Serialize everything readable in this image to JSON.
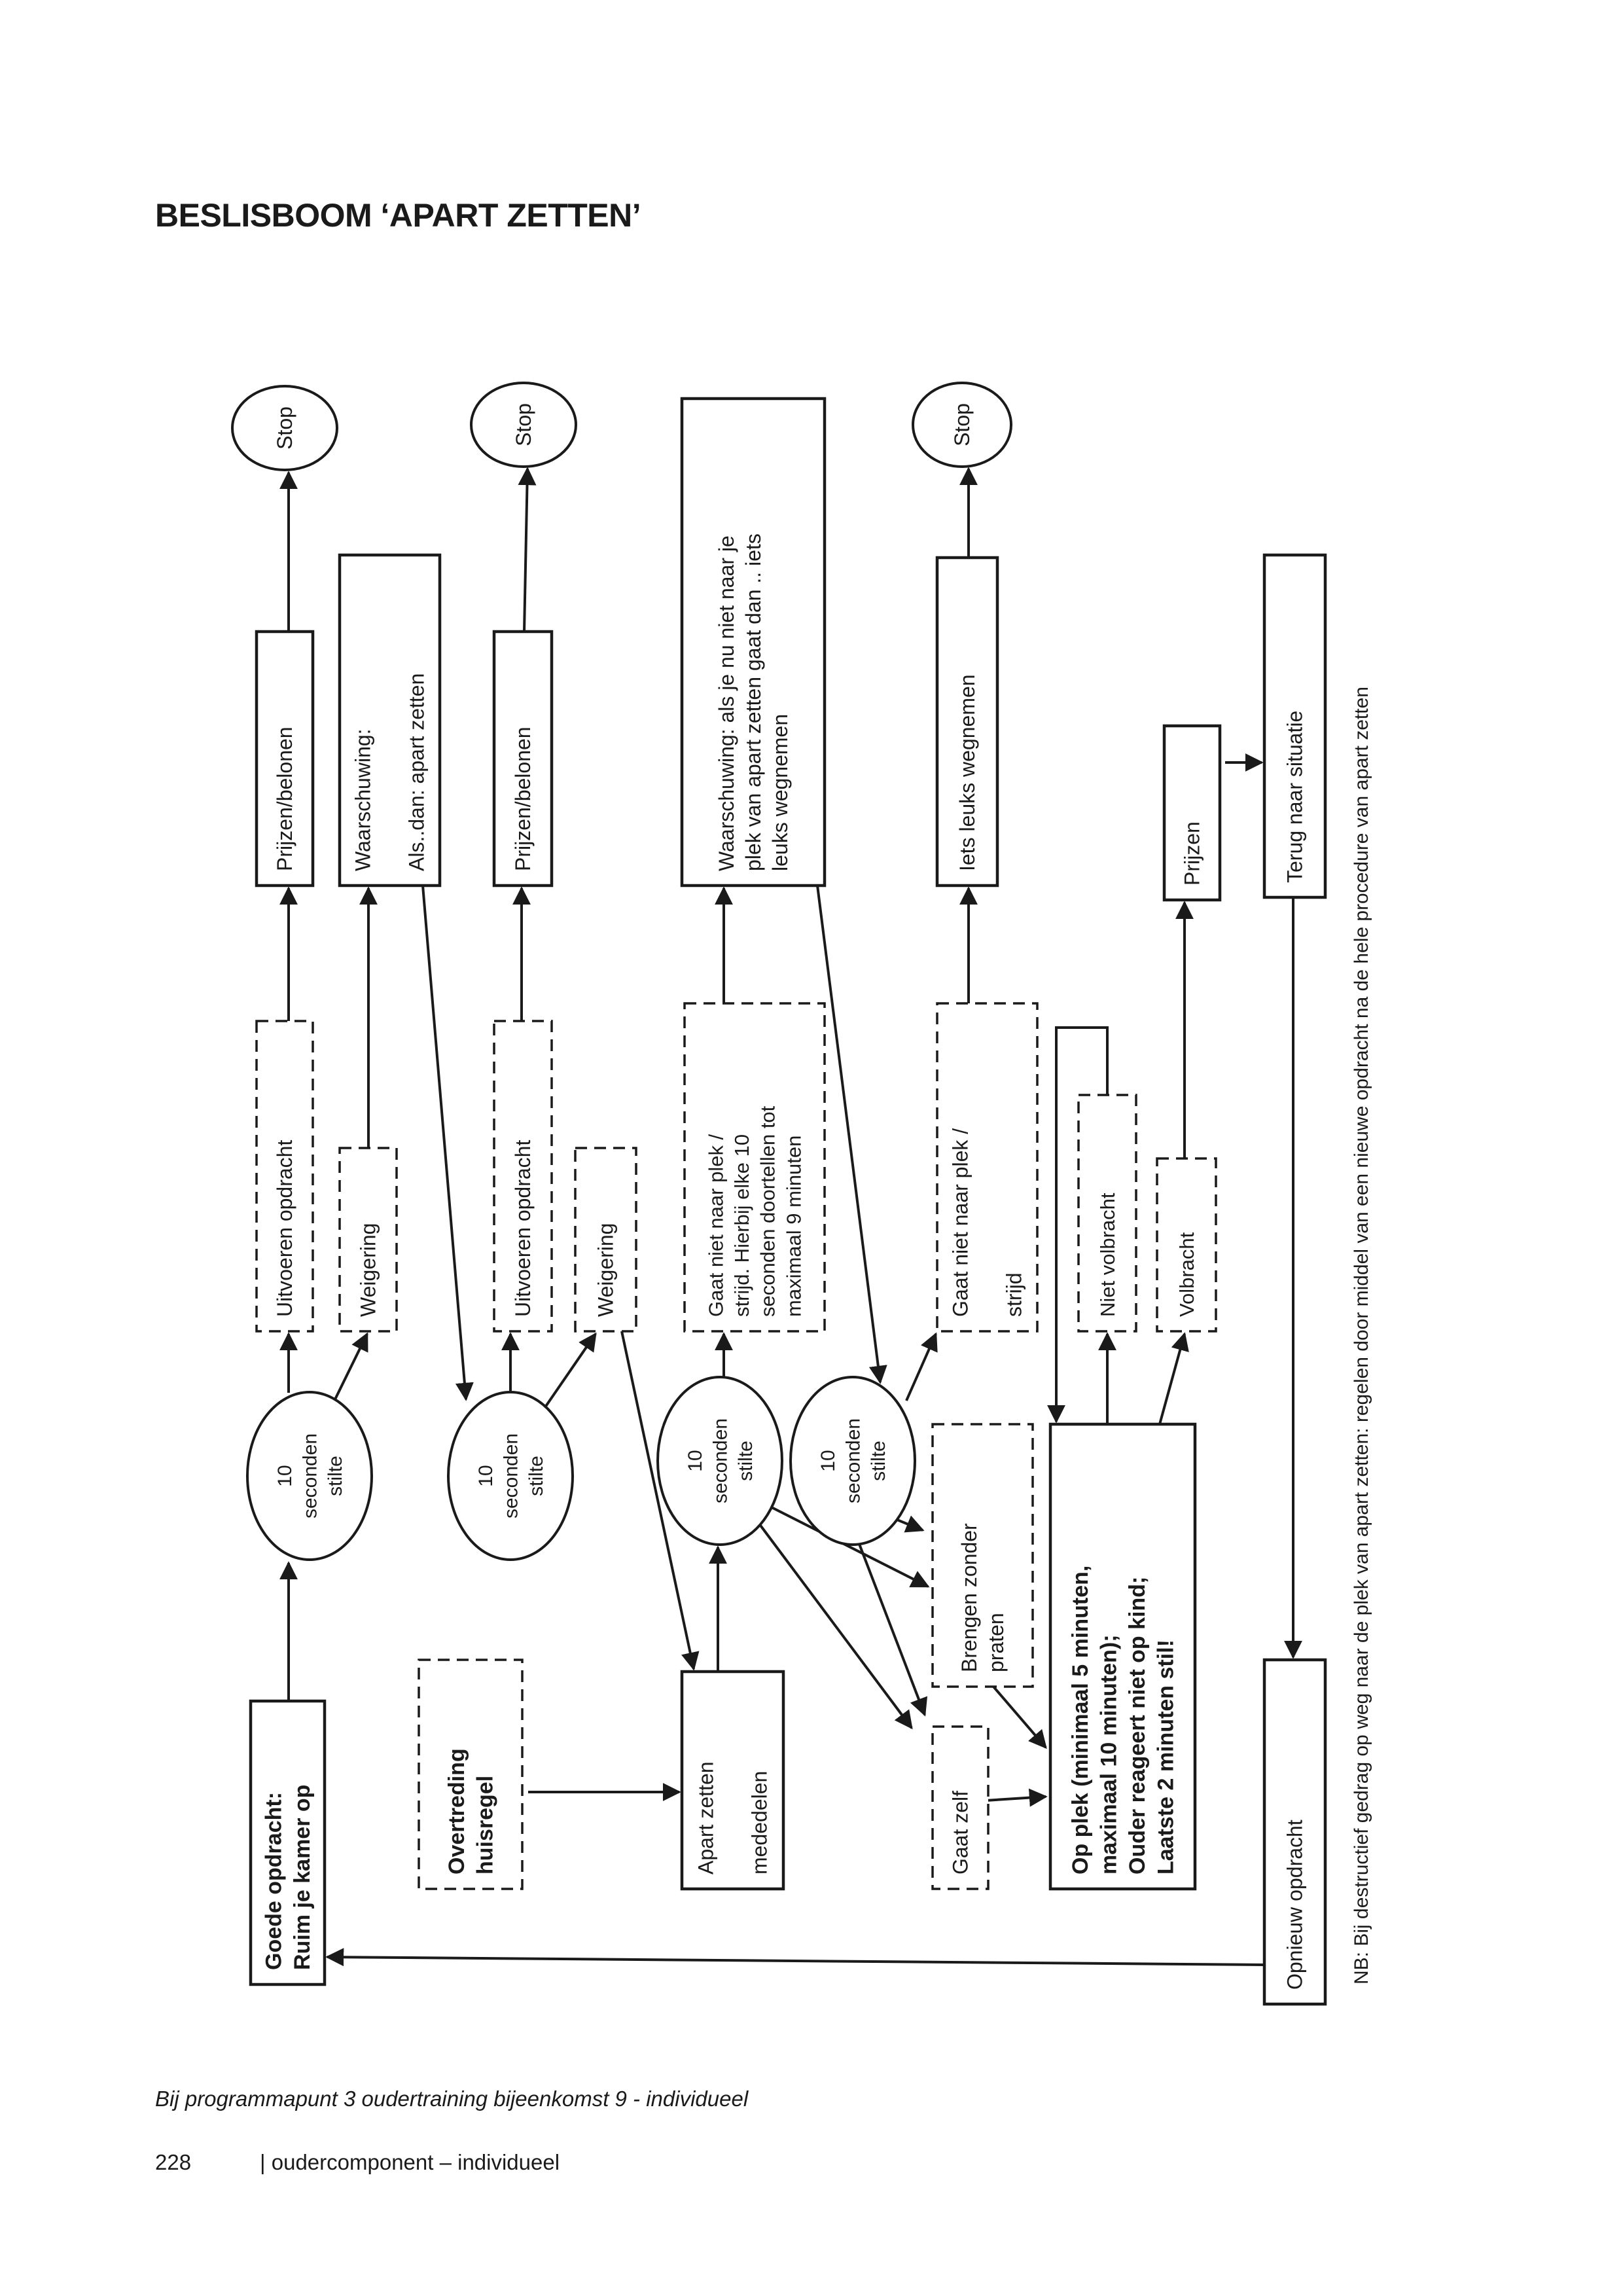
{
  "page": {
    "title": "BESLISBOOM ‘APART ZETTEN’",
    "footer_note": "Bij programmapunt 3 oudertraining bijeenkomst 9 - individueel",
    "page_number": "228",
    "running_head": "| oudercomponent – individueel"
  },
  "diagram": {
    "type": "flowchart",
    "orientation": "rotated 90° counter-clockwise (text reads bottom-to-top)",
    "nodes": [
      {
        "id": "goede",
        "shape": "box",
        "style": "solid",
        "bold": true,
        "lines": [
          "Goede opdracht:",
          "Ruim je kamer op"
        ]
      },
      {
        "id": "stilte1",
        "shape": "ellipse",
        "lines": [
          "10",
          "seconden",
          "stilte"
        ]
      },
      {
        "id": "uitvoeren1",
        "shape": "box",
        "style": "dashed",
        "lines": [
          "Uitvoeren opdracht"
        ]
      },
      {
        "id": "weigering1",
        "shape": "box",
        "style": "dashed",
        "lines": [
          "Weigering"
        ]
      },
      {
        "id": "prijzen1",
        "shape": "box",
        "style": "solid",
        "lines": [
          "Prijzen/belonen"
        ]
      },
      {
        "id": "stop1",
        "shape": "ellipse",
        "lines": [
          "Stop"
        ]
      },
      {
        "id": "waarschuwing1",
        "shape": "box",
        "style": "solid",
        "lines": [
          "Waarschuwing:",
          "",
          "Als..dan: apart zetten"
        ]
      },
      {
        "id": "overtreding",
        "shape": "box",
        "style": "dashed",
        "bold": true,
        "lines": [
          "Overtreding",
          "huisregel"
        ]
      },
      {
        "id": "stilte2",
        "shape": "ellipse",
        "lines": [
          "10",
          "seconden",
          "stilte"
        ]
      },
      {
        "id": "uitvoeren2",
        "shape": "box",
        "style": "dashed",
        "lines": [
          "Uitvoeren opdracht"
        ]
      },
      {
        "id": "weigering2",
        "shape": "box",
        "style": "dashed",
        "lines": [
          "Weigering"
        ]
      },
      {
        "id": "prijzen2",
        "shape": "box",
        "style": "solid",
        "lines": [
          "Prijzen/belonen"
        ]
      },
      {
        "id": "stop2",
        "shape": "ellipse",
        "lines": [
          "Stop"
        ]
      },
      {
        "id": "apart",
        "shape": "box",
        "style": "solid",
        "lines": [
          "Apart zetten",
          "",
          "mededelen"
        ]
      },
      {
        "id": "stilte3",
        "shape": "ellipse",
        "lines": [
          "10",
          "seconden",
          "stilte"
        ]
      },
      {
        "id": "gaatniet1",
        "shape": "box",
        "style": "dashed",
        "lines": [
          "Gaat niet naar plek  /",
          "strijd. Hierbij elke 10",
          "seconden doortellen tot",
          "maximaal 9 minuten"
        ]
      },
      {
        "id": "waarschuwing2",
        "shape": "box",
        "style": "solid",
        "lines": [
          "Waarschuwing: als je nu niet naar je",
          "plek van apart zetten gaat dan .. iets",
          "leuks wegnemen"
        ]
      },
      {
        "id": "stilte4",
        "shape": "ellipse",
        "lines": [
          "10",
          "seconden",
          "stilte"
        ]
      },
      {
        "id": "gaatniet2",
        "shape": "box",
        "style": "dashed",
        "lines": [
          "Gaat niet naar plek /",
          "",
          "strijd"
        ]
      },
      {
        "id": "ietsleuks",
        "shape": "box",
        "style": "solid",
        "lines": [
          "Iets leuks wegnemen"
        ]
      },
      {
        "id": "stop3",
        "shape": "ellipse",
        "lines": [
          "Stop"
        ]
      },
      {
        "id": "brengen",
        "shape": "box",
        "style": "dashed",
        "lines": [
          "Brengen zonder",
          "praten"
        ]
      },
      {
        "id": "gaatzelf",
        "shape": "box",
        "style": "dashed",
        "lines": [
          "Gaat zelf"
        ]
      },
      {
        "id": "opplek",
        "shape": "box",
        "style": "solid",
        "bold": true,
        "lines": [
          "Op plek (minimaal 5 minuten,",
          "maximaal 10 minuten);",
          "Ouder reageert niet op kind;",
          "Laatste 2 minuten stil!"
        ]
      },
      {
        "id": "nietvolbracht",
        "shape": "box",
        "style": "dashed",
        "lines": [
          "Niet volbracht"
        ]
      },
      {
        "id": "volbracht",
        "shape": "box",
        "style": "dashed",
        "lines": [
          "Volbracht"
        ]
      },
      {
        "id": "prijzen3",
        "shape": "box",
        "style": "solid",
        "lines": [
          "Prijzen"
        ]
      },
      {
        "id": "terug",
        "shape": "box",
        "style": "solid",
        "lines": [
          "Terug naar situatie"
        ]
      },
      {
        "id": "opnieuw",
        "shape": "box",
        "style": "solid",
        "lines": [
          "Opnieuw opdracht"
        ]
      }
    ],
    "edges": [
      {
        "from": "goede",
        "to": "stilte1"
      },
      {
        "from": "stilte1",
        "to": "uitvoeren1"
      },
      {
        "from": "stilte1",
        "to": "weigering1"
      },
      {
        "from": "uitvoeren1",
        "to": "prijzen1"
      },
      {
        "from": "prijzen1",
        "to": "stop1"
      },
      {
        "from": "weigering1",
        "to": "waarschuwing1"
      },
      {
        "from": "waarschuwing1",
        "to": "stilte2"
      },
      {
        "from": "stilte2",
        "to": "uitvoeren2"
      },
      {
        "from": "stilte2",
        "to": "weigering2"
      },
      {
        "from": "uitvoeren2",
        "to": "prijzen2"
      },
      {
        "from": "prijzen2",
        "to": "stop2"
      },
      {
        "from": "weigering2",
        "to": "apart"
      },
      {
        "from": "overtreding",
        "to": "apart"
      },
      {
        "from": "apart",
        "to": "stilte3"
      },
      {
        "from": "stilte3",
        "to": "gaatniet1"
      },
      {
        "from": "gaatniet1",
        "to": "waarschuwing2"
      },
      {
        "from": "waarschuwing2",
        "to": "stilte4"
      },
      {
        "from": "stilte3",
        "to": "brengen"
      },
      {
        "from": "stilte3",
        "to": "gaatzelf"
      },
      {
        "from": "stilte4",
        "to": "gaatniet2"
      },
      {
        "from": "gaatniet2",
        "to": "ietsleuks"
      },
      {
        "from": "ietsleuks",
        "to": "stop3"
      },
      {
        "from": "stilte4",
        "to": "brengen"
      },
      {
        "from": "stilte4",
        "to": "gaatzelf"
      },
      {
        "from": "brengen",
        "to": "opplek"
      },
      {
        "from": "gaatzelf",
        "to": "opplek"
      },
      {
        "from": "opplek",
        "to": "nietvolbracht"
      },
      {
        "from": "nietvolbracht",
        "to": "opplek"
      },
      {
        "from": "opplek",
        "to": "volbracht"
      },
      {
        "from": "volbracht",
        "to": "prijzen3"
      },
      {
        "from": "prijzen3",
        "to": "terug"
      },
      {
        "from": "terug",
        "to": "opnieuw"
      },
      {
        "from": "opnieuw",
        "to": "goede"
      }
    ],
    "note": "NB: Bij destructief gedrag op weg naar de plek van apart zetten: regelen door middel van een nieuwe opdracht na de hele procedure van apart zetten"
  }
}
